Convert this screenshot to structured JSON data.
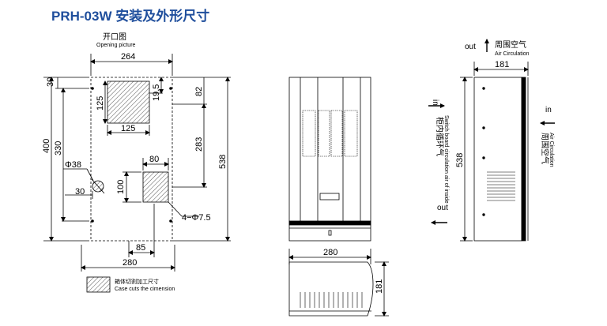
{
  "title": "PRH-03W 安装及外形尺寸",
  "opening": {
    "label_cn": "开口图",
    "label_en": "Opening picture",
    "width_264": "264",
    "height_400": "400",
    "height_330": "330",
    "top_30": "30",
    "cut_125_v": "125",
    "cut_125_h": "125",
    "dim_19_5": "19.5",
    "dim_82": "82",
    "dim_283": "283",
    "dim_538": "538",
    "dim_80": "80",
    "dim_100": "100",
    "dia_38": "Φ38",
    "dim_30": "30",
    "holes": "4−Φ7.5",
    "dim_85": "85",
    "dim_280": "280",
    "legend_cn": "箱体切割加工尺寸",
    "legend_en": "Case cuts the cimension"
  },
  "front": {
    "bottom_width": "280",
    "depth": "181"
  },
  "side": {
    "top_out": "out",
    "top_cn": "周围空气",
    "top_en": "Air Circulation",
    "width": "181",
    "height": "538",
    "left_in": "in",
    "left_cn": "柜内循环气",
    "left_en": "Switch board circulation air of inside",
    "left_out": "out",
    "right_in": "in",
    "right_cn": "周围空气",
    "right_en": "Air Circulation"
  },
  "colors": {
    "title": "#1f4e9c",
    "line": "#000000",
    "hatch": "#555555"
  }
}
